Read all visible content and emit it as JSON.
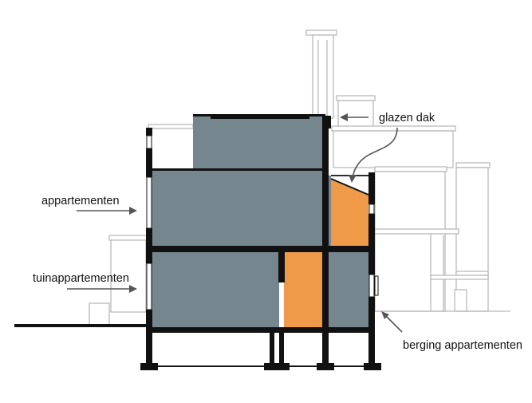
{
  "labels": {
    "glazen_dak": "glazen dak",
    "appartementen": "appartementen",
    "tuinappartementen": "tuinappartementen",
    "berging": "berging appartementen"
  },
  "colors": {
    "section_fill": "#76868e",
    "accent_fill": "#ee9a48",
    "structure": "#111111",
    "outline": "#b9b9b9",
    "arrow": "#555555"
  }
}
